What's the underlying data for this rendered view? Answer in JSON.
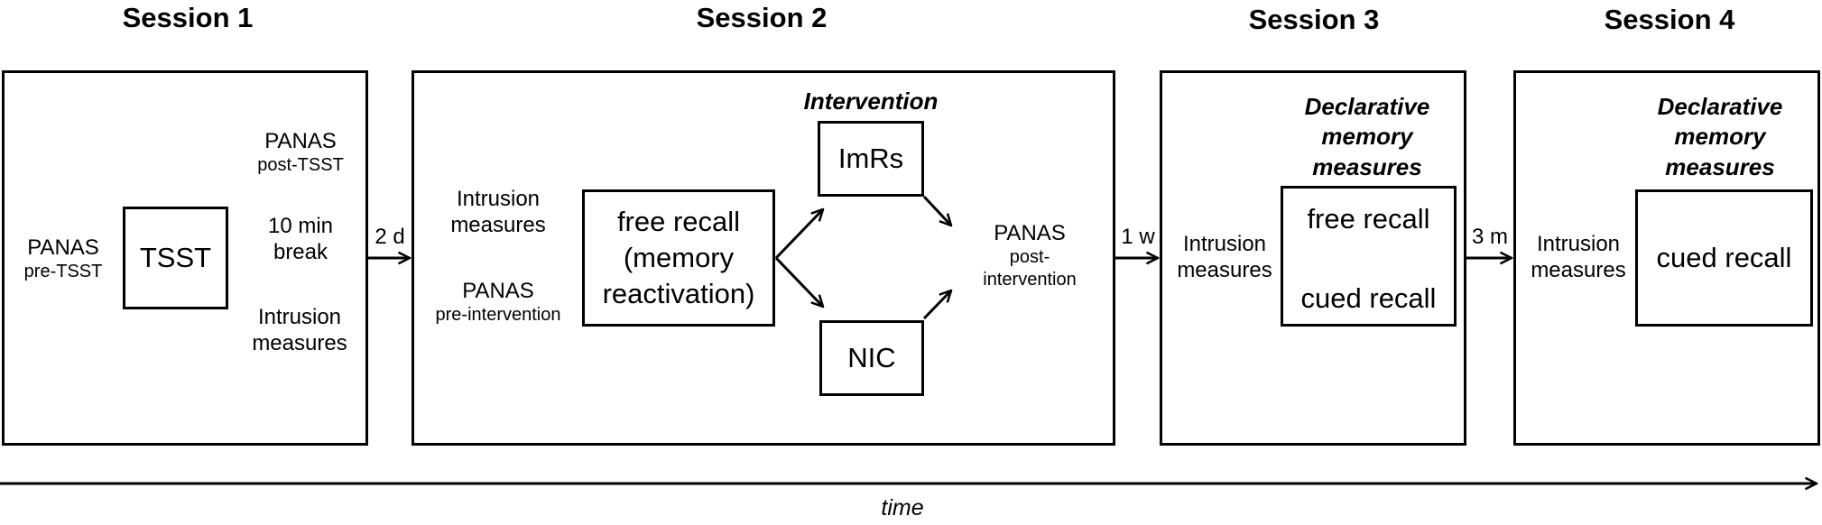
{
  "sessions": [
    {
      "title": "Session 1"
    },
    {
      "title": "Session 2"
    },
    {
      "title": "Session 3"
    },
    {
      "title": "Session 4"
    }
  ],
  "s1": {
    "panas_pre": "PANAS",
    "panas_pre_sub": "pre-TSST",
    "tsst": "TSST",
    "panas_post": "PANAS",
    "panas_post_sub": "post-TSST",
    "break_line1": "10 min",
    "break_line2": "break",
    "intrusion_line1": "Intrusion",
    "intrusion_line2": "measures"
  },
  "s2": {
    "intervention_header": "Intervention",
    "intrusion_line1": "Intrusion",
    "intrusion_line2": "measures",
    "panas_pre": "PANAS",
    "panas_pre_sub": "pre-intervention",
    "free_recall_line1": "free recall",
    "free_recall_line2": "(memory",
    "free_recall_line3": "reactivation)",
    "imrs": "ImRs",
    "nic": "NIC",
    "panas_post": "PANAS",
    "panas_post_sub1": "post-",
    "panas_post_sub2": "intervention"
  },
  "s3": {
    "header_line1": "Declarative",
    "header_line2": "memory",
    "header_line3": "measures",
    "intrusion_line1": "Intrusion",
    "intrusion_line2": "measures",
    "free_recall": "free recall",
    "cued_recall": "cued recall"
  },
  "s4": {
    "header_line1": "Declarative",
    "header_line2": "memory",
    "header_line3": "measures",
    "intrusion_line1": "Intrusion",
    "intrusion_line2": "measures",
    "cued_recall": "cued recall"
  },
  "intervals": {
    "s1_s2": "2 d",
    "s2_s3": "1 w",
    "s3_s4": "3 m"
  },
  "timeline": {
    "label": "time"
  }
}
